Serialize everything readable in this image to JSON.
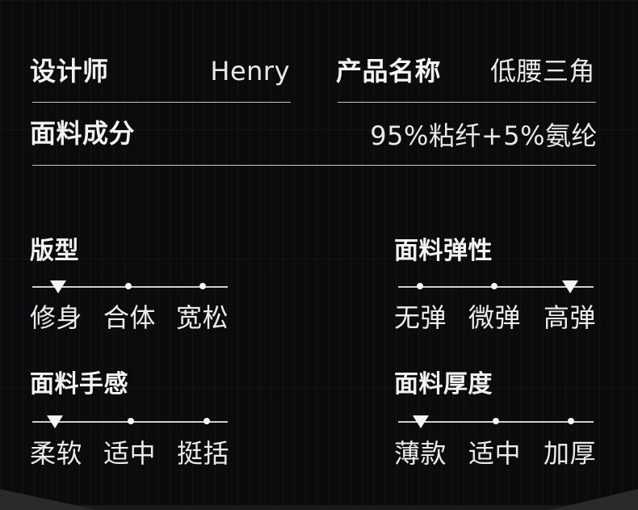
{
  "specs": {
    "designer_label": "设计师",
    "designer_value": "Henry",
    "product_name_label": "产品名称",
    "product_name_value": "低腰三角",
    "fabric_label": "面料成分",
    "fabric_value": "95%粘纤+5%氨纶"
  },
  "attributes": {
    "fit": {
      "title": "版型",
      "options": [
        "修身",
        "合体",
        "宽松"
      ],
      "selected_index": 0
    },
    "elasticity": {
      "title": "面料弹性",
      "options": [
        "无弹",
        "微弹",
        "高弹"
      ],
      "selected_index": 2
    },
    "hand_feel": {
      "title": "面料手感",
      "options": [
        "柔软",
        "适中",
        "挺括"
      ],
      "selected_index": 0
    },
    "thickness": {
      "title": "面料厚度",
      "options": [
        "薄款",
        "适中",
        "加厚"
      ],
      "selected_index": 0
    }
  },
  "colors": {
    "background": "#0b0b0d",
    "text": "#f2f2f2",
    "line": "#d9d9d9",
    "marker": "#f4f4f4"
  },
  "icons": {
    "selected_marker": "down-triangle-icon",
    "scale_point": "dot-icon"
  }
}
